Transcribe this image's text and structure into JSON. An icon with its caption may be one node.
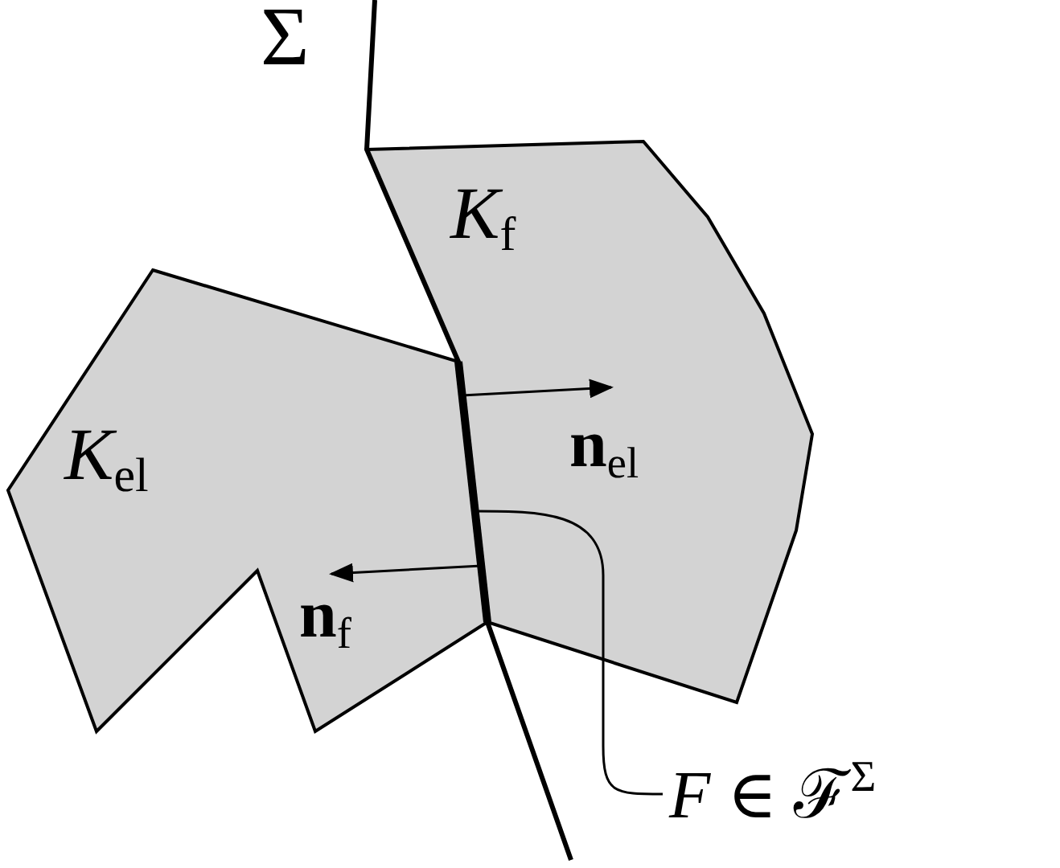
{
  "diagram": {
    "nodes": [
      {
        "text": [
          "*K*$_{f}$"
        ]
      },
      {
        "text": [
          "*K*$_{el}$"
        ]
      },
      {
        "text": [],
        "shape": "bar",
        "in": 4
      },
      {
        "text": [
          "*F* ∈ ℱ$^{Σ}$"
        ]
      },
      {
        "text": [
          "Σ"
        ]
      }
    ],
    "edges": [
      {
        "from": 3,
        "to": 2,
        "arrow": "none"
      },
      {
        "from": 2,
        "to": 0,
        "arrow": "to"
      },
      {
        "from": 2,
        "to": 1,
        "arrow": "to"
      }
    ],
    "labels": [
      "**n**$_{el}$",
      "**n**$_{f}$"
    ]
  }
}
